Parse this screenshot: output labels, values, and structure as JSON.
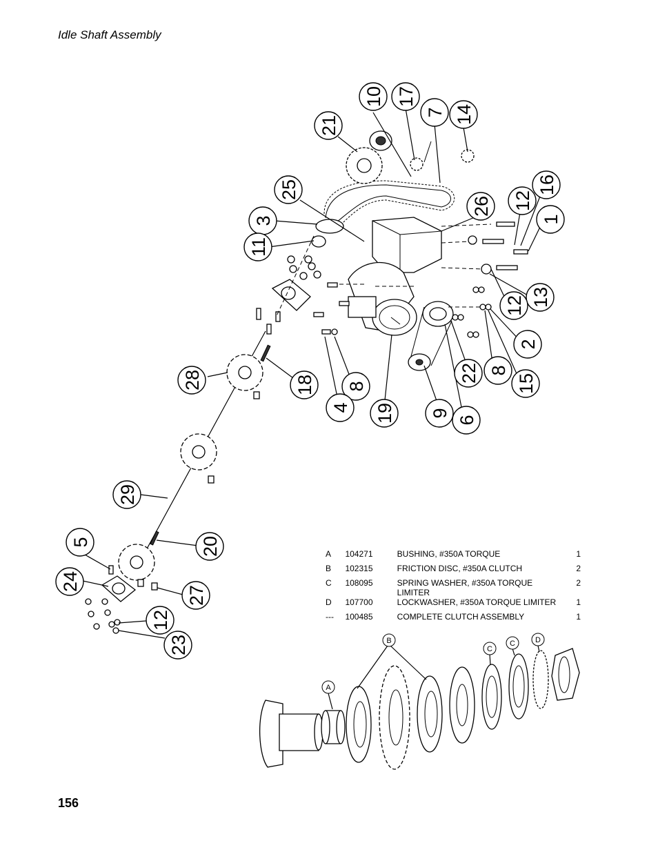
{
  "page": {
    "title": "Idle Shaft Assembly",
    "number": "156"
  },
  "callouts": [
    "10",
    "17",
    "7",
    "14",
    "21",
    "25",
    "26",
    "16",
    "12",
    "1",
    "3",
    "11",
    "13",
    "12",
    "2",
    "28",
    "18",
    "22",
    "8",
    "15",
    "8",
    "4",
    "19",
    "9",
    "6",
    "29",
    "5",
    "20",
    "24",
    "27",
    "12",
    "23"
  ],
  "clutch_parts_table": {
    "rows": [
      {
        "key": "A",
        "part_no": "104271",
        "description": "BUSHING, #350A TORQUE",
        "qty": "1"
      },
      {
        "key": "B",
        "part_no": "102315",
        "description": "FRICTION DISC, #350A CLUTCH",
        "qty": "2"
      },
      {
        "key": "C",
        "part_no": "108095",
        "description": "SPRING WASHER, #350A TORQUE LIMITER",
        "qty": "2"
      },
      {
        "key": "D",
        "part_no": "107700",
        "description": "LOCKWASHER, #350A TORQUE LIMITER",
        "qty": "1"
      },
      {
        "key": "---",
        "part_no": "100485",
        "description": "COMPLETE CLUTCH ASSEMBLY",
        "qty": "1"
      }
    ]
  },
  "clutch_labels": [
    "A",
    "B",
    "C",
    "C",
    "D"
  ]
}
